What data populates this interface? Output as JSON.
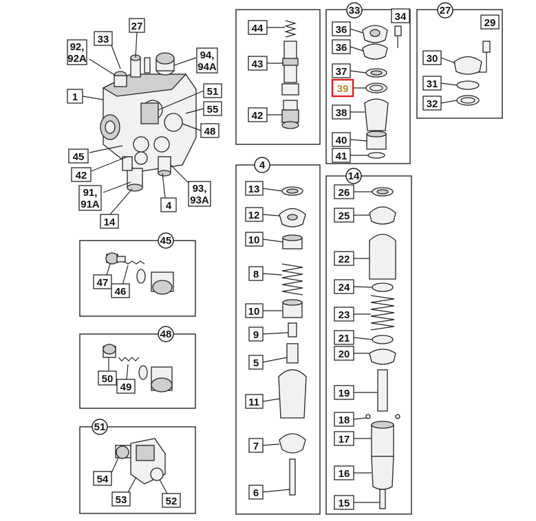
{
  "diagram": {
    "highlight": {
      "label": "39",
      "box_color": "#e31c1c",
      "text_color": "#b58a2e"
    },
    "callouts": {
      "1": "1",
      "4": "4",
      "5": "5",
      "6": "6",
      "7": "7",
      "8": "8",
      "9": "9",
      "10": "10",
      "11": "11",
      "12": "12",
      "13": "13",
      "14": "14",
      "15": "15",
      "16": "16",
      "17": "17",
      "18": "18",
      "19": "19",
      "20": "20",
      "21": "21",
      "22": "22",
      "23": "23",
      "24": "24",
      "25": "25",
      "26": "26",
      "27": "27",
      "29": "29",
      "30": "30",
      "31": "31",
      "32": "32",
      "33": "33",
      "34": "34",
      "36": "36",
      "37": "37",
      "38": "38",
      "39": "39",
      "40": "40",
      "41": "41",
      "42": "42",
      "43": "43",
      "44": "44",
      "45": "45",
      "46": "46",
      "47": "47",
      "48": "48",
      "49": "49",
      "50": "50",
      "51": "51",
      "52": "52",
      "53": "53",
      "54": "54",
      "55": "55",
      "92": "92,",
      "92A": "92A",
      "94": "94,",
      "94A": "94A",
      "91": "91,",
      "91A": "91A",
      "93": "93,",
      "93A": "93A"
    }
  }
}
